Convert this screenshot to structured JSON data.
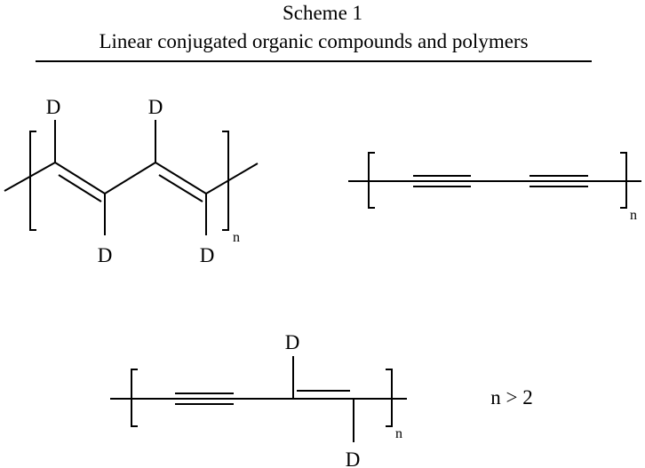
{
  "title": "Scheme 1",
  "subtitle": "Linear conjugated organic compounds and polymers",
  "atom_label": "D",
  "repeat_subscript": "n",
  "condition": "n > 2",
  "colors": {
    "ink": "#000000",
    "background": "#ffffff"
  }
}
